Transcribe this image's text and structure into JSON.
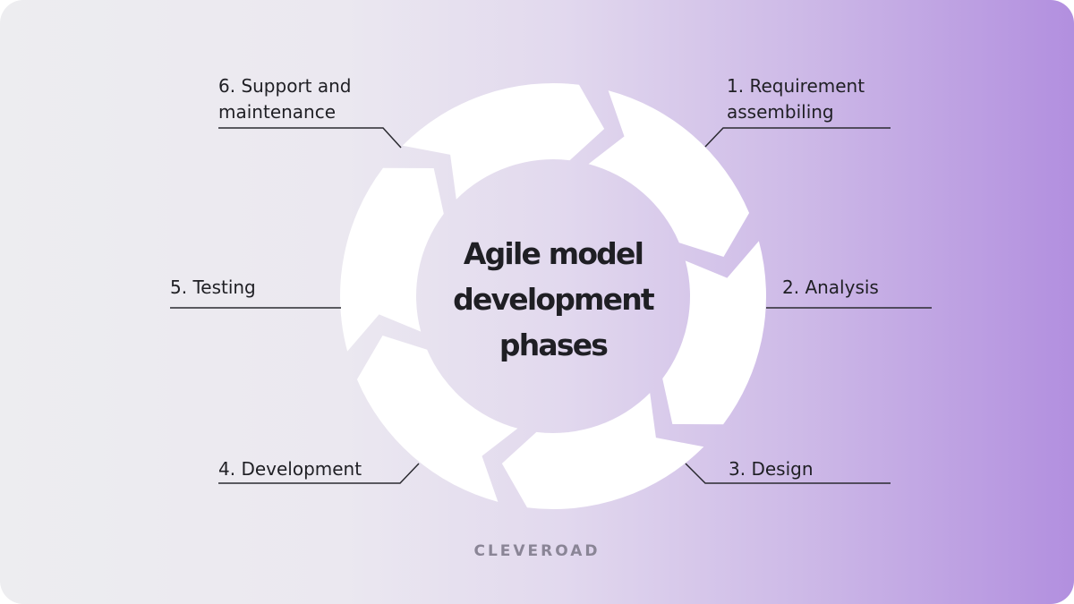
{
  "diagram": {
    "title_lines": [
      "Agile model",
      "development",
      "phases"
    ],
    "phases": [
      {
        "lines": [
          "1. Requirement",
          "assembiling"
        ]
      },
      {
        "lines": [
          "2. Analysis"
        ]
      },
      {
        "lines": [
          "3. Design"
        ]
      },
      {
        "lines": [
          "4. Development"
        ]
      },
      {
        "lines": [
          "5. Testing"
        ]
      },
      {
        "lines": [
          "6. Support and",
          "maintenance"
        ]
      }
    ]
  },
  "brand": {
    "logo_text": "CLEVEROAD"
  },
  "colors": {
    "arrow_fill": "#ffffff",
    "connector_line": "#2a2a30",
    "text": "#1f1f24",
    "brand_text": "#8a8596",
    "gradient_start": "#ededf0",
    "gradient_end": "#b28fdf"
  }
}
